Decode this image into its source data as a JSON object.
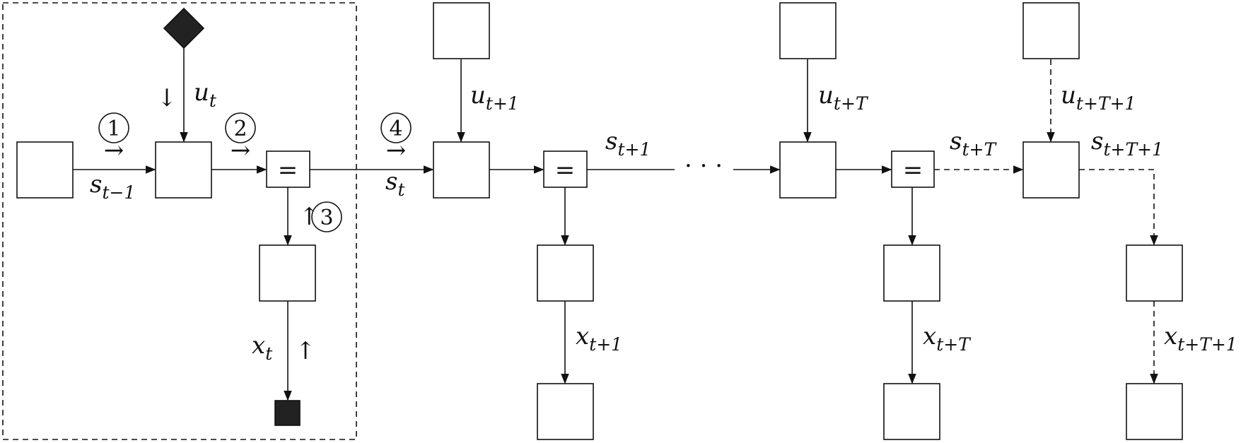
{
  "edge_labels": {
    "s_t_minus_1": {
      "base": "s",
      "sub": "t−1"
    },
    "s_t": {
      "base": "s",
      "sub": "t"
    },
    "s_t_plus_1": {
      "base": "s",
      "sub": "t+1"
    },
    "s_t_plus_T": {
      "base": "s",
      "sub": "t+T"
    },
    "s_t_plus_T_plus_1": {
      "base": "s",
      "sub": "t+T+1"
    },
    "u_t": {
      "base": "u",
      "sub": "t"
    },
    "u_t_plus_1": {
      "base": "u",
      "sub": "t+1"
    },
    "u_t_plus_T": {
      "base": "u",
      "sub": "t+T"
    },
    "u_t_plus_T_plus_1": {
      "base": "u",
      "sub": "t+T+1"
    },
    "x_t": {
      "base": "x",
      "sub": "t"
    },
    "x_t_plus_1": {
      "base": "x",
      "sub": "t+1"
    },
    "x_t_plus_T": {
      "base": "x",
      "sub": "t+T"
    },
    "x_t_plus_T_plus_1": {
      "base": "x",
      "sub": "t+T+1"
    }
  },
  "equality_symbol": "=",
  "ellipsis": "· · ·",
  "message_steps": [
    "1",
    "2",
    "3",
    "4"
  ],
  "arrow_glyphs": {
    "right": "→",
    "down": "↓",
    "up": "↑"
  },
  "colors": {
    "stroke": "#111111",
    "fill_dark": "#222222",
    "background": "#ffffff"
  }
}
